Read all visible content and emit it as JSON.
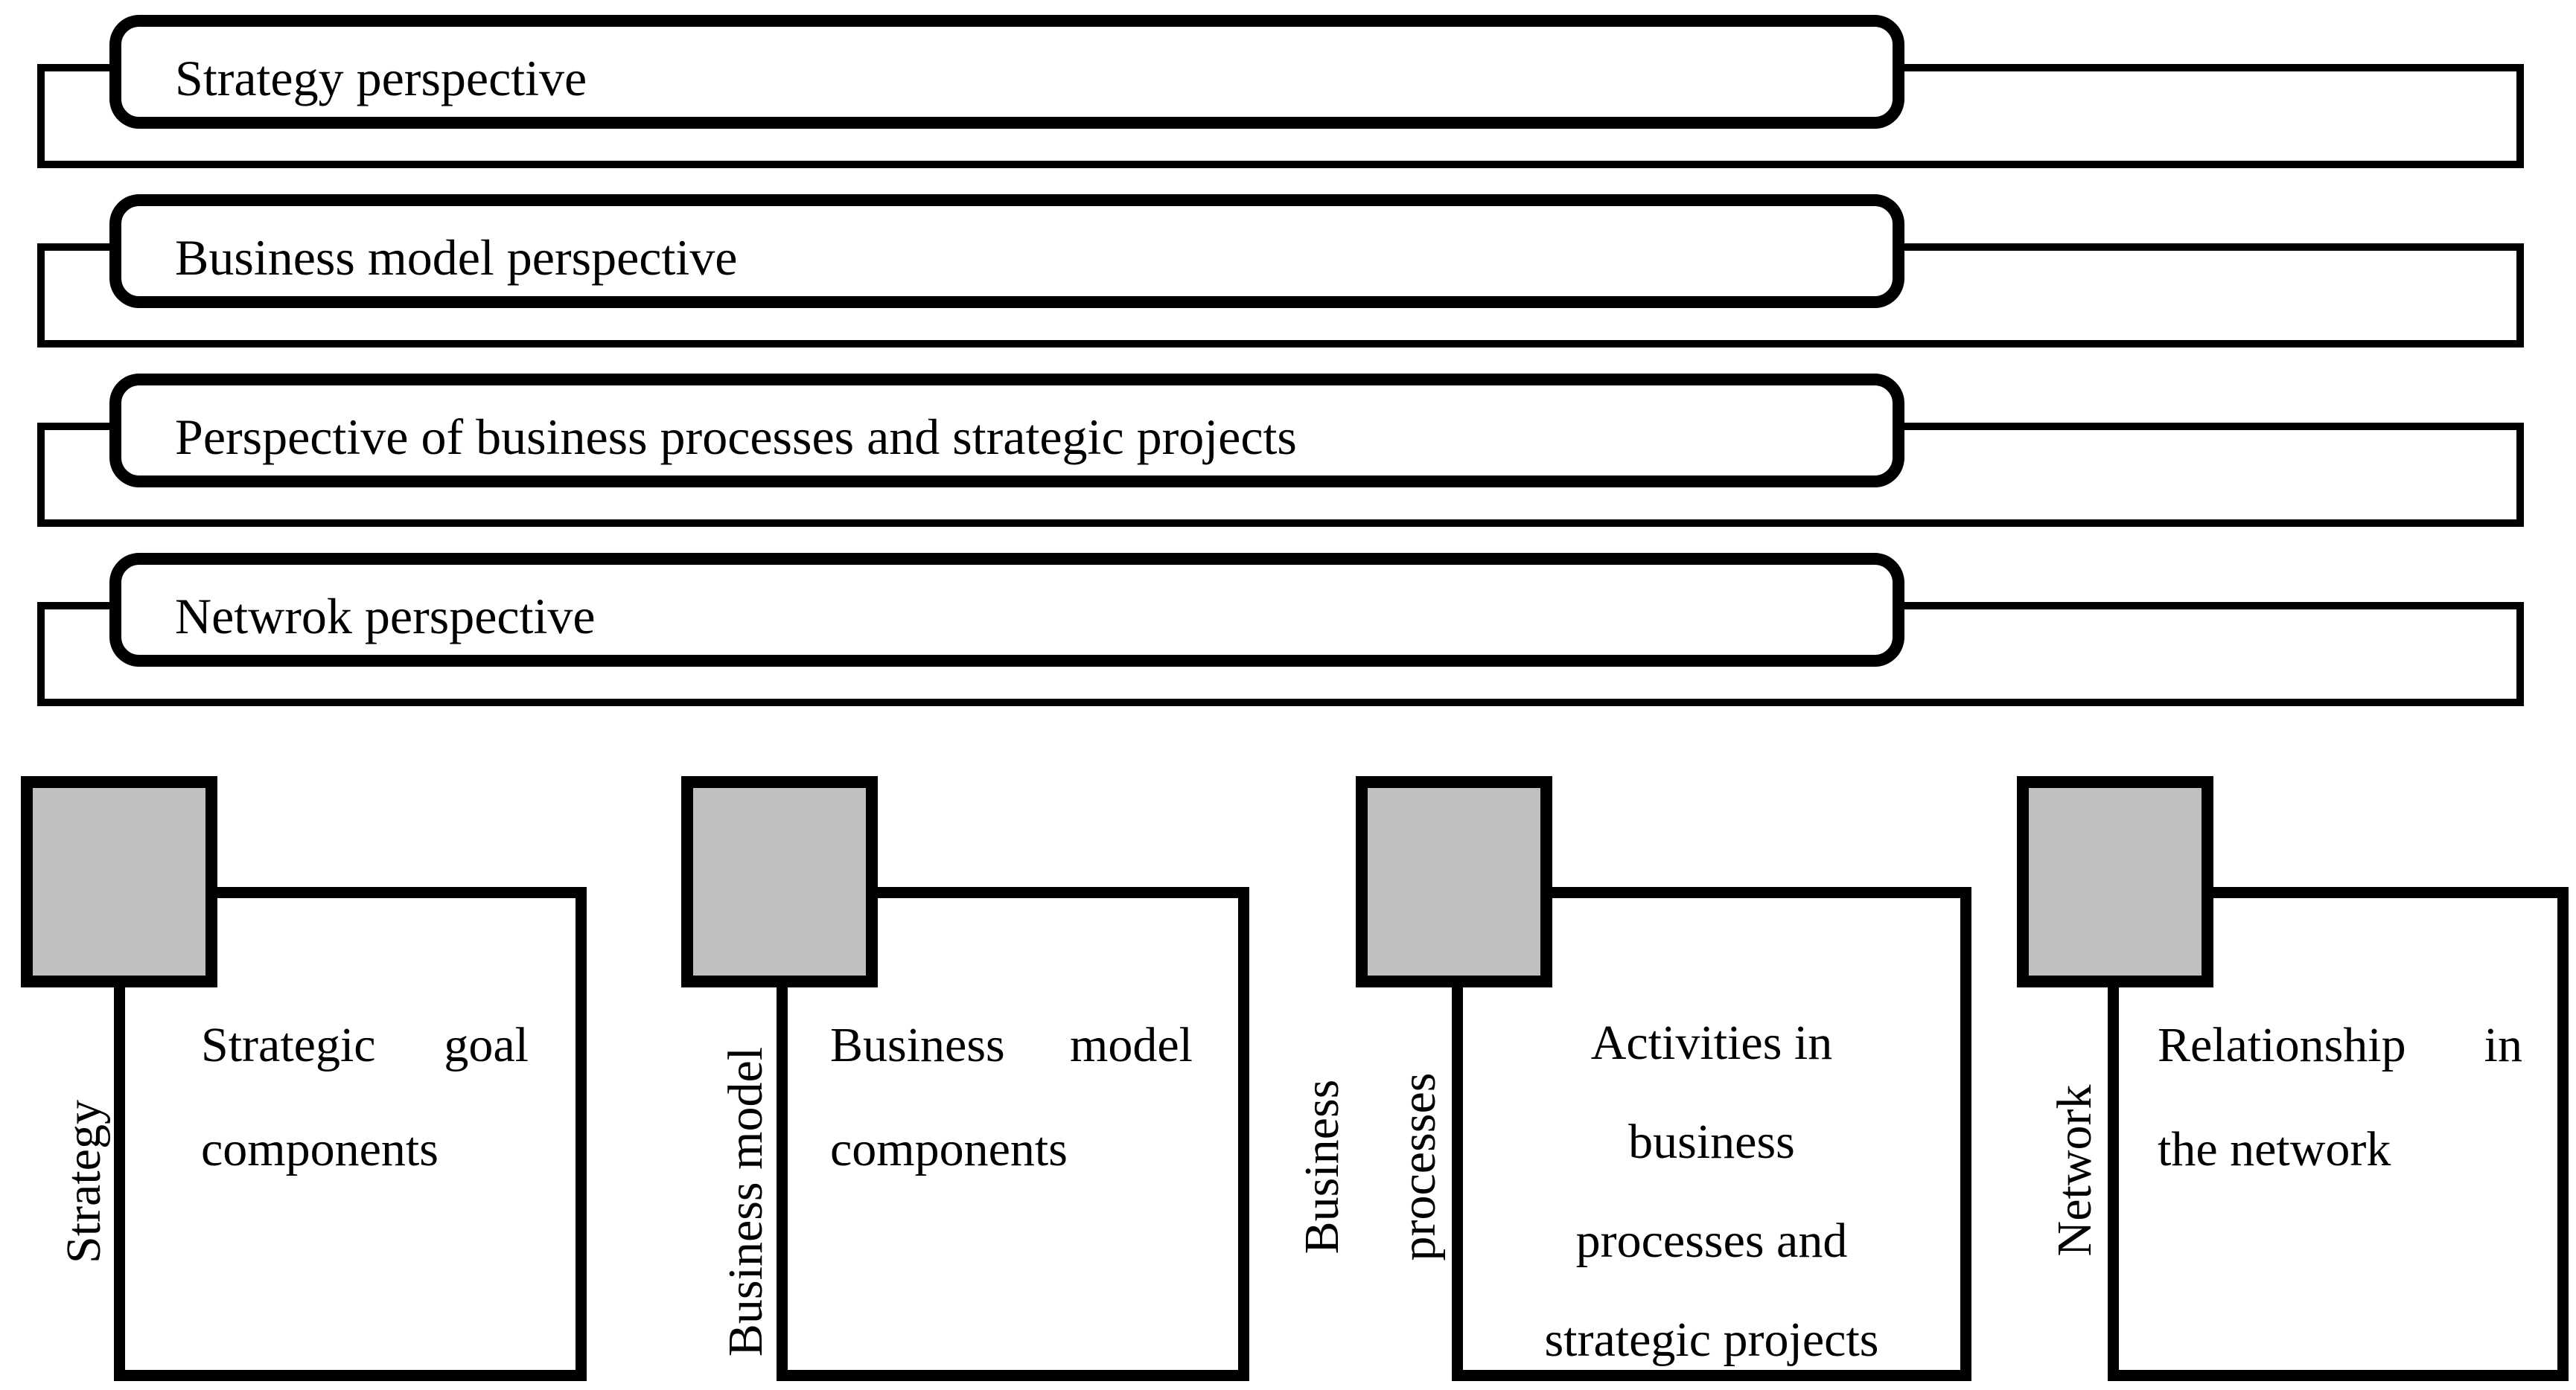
{
  "colors": {
    "ink": "#000000",
    "gray_fill": "#c0c0c0",
    "background": "#ffffff"
  },
  "top_bars": [
    {
      "label": "Strategy perspective"
    },
    {
      "label": "Business model perspective"
    },
    {
      "label": "Perspective of business processes and strategic projects"
    },
    {
      "label": "Netwrok perspective"
    }
  ],
  "groups": [
    {
      "vertical": [
        "Strategy"
      ],
      "lines": [
        [
          "Strategic",
          "goal"
        ],
        [
          "components"
        ]
      ]
    },
    {
      "vertical": [
        "Business model"
      ],
      "lines": [
        [
          "Business",
          "model"
        ],
        [
          "components"
        ]
      ]
    },
    {
      "vertical": [
        "Business",
        "processes"
      ],
      "lines": [
        [
          "Activities in"
        ],
        [
          "business"
        ],
        [
          "processes and"
        ],
        [
          "strategic projects"
        ]
      ]
    },
    {
      "vertical": [
        "Network"
      ],
      "lines": [
        [
          "Relationship",
          "in"
        ],
        [
          "the network"
        ]
      ]
    }
  ]
}
